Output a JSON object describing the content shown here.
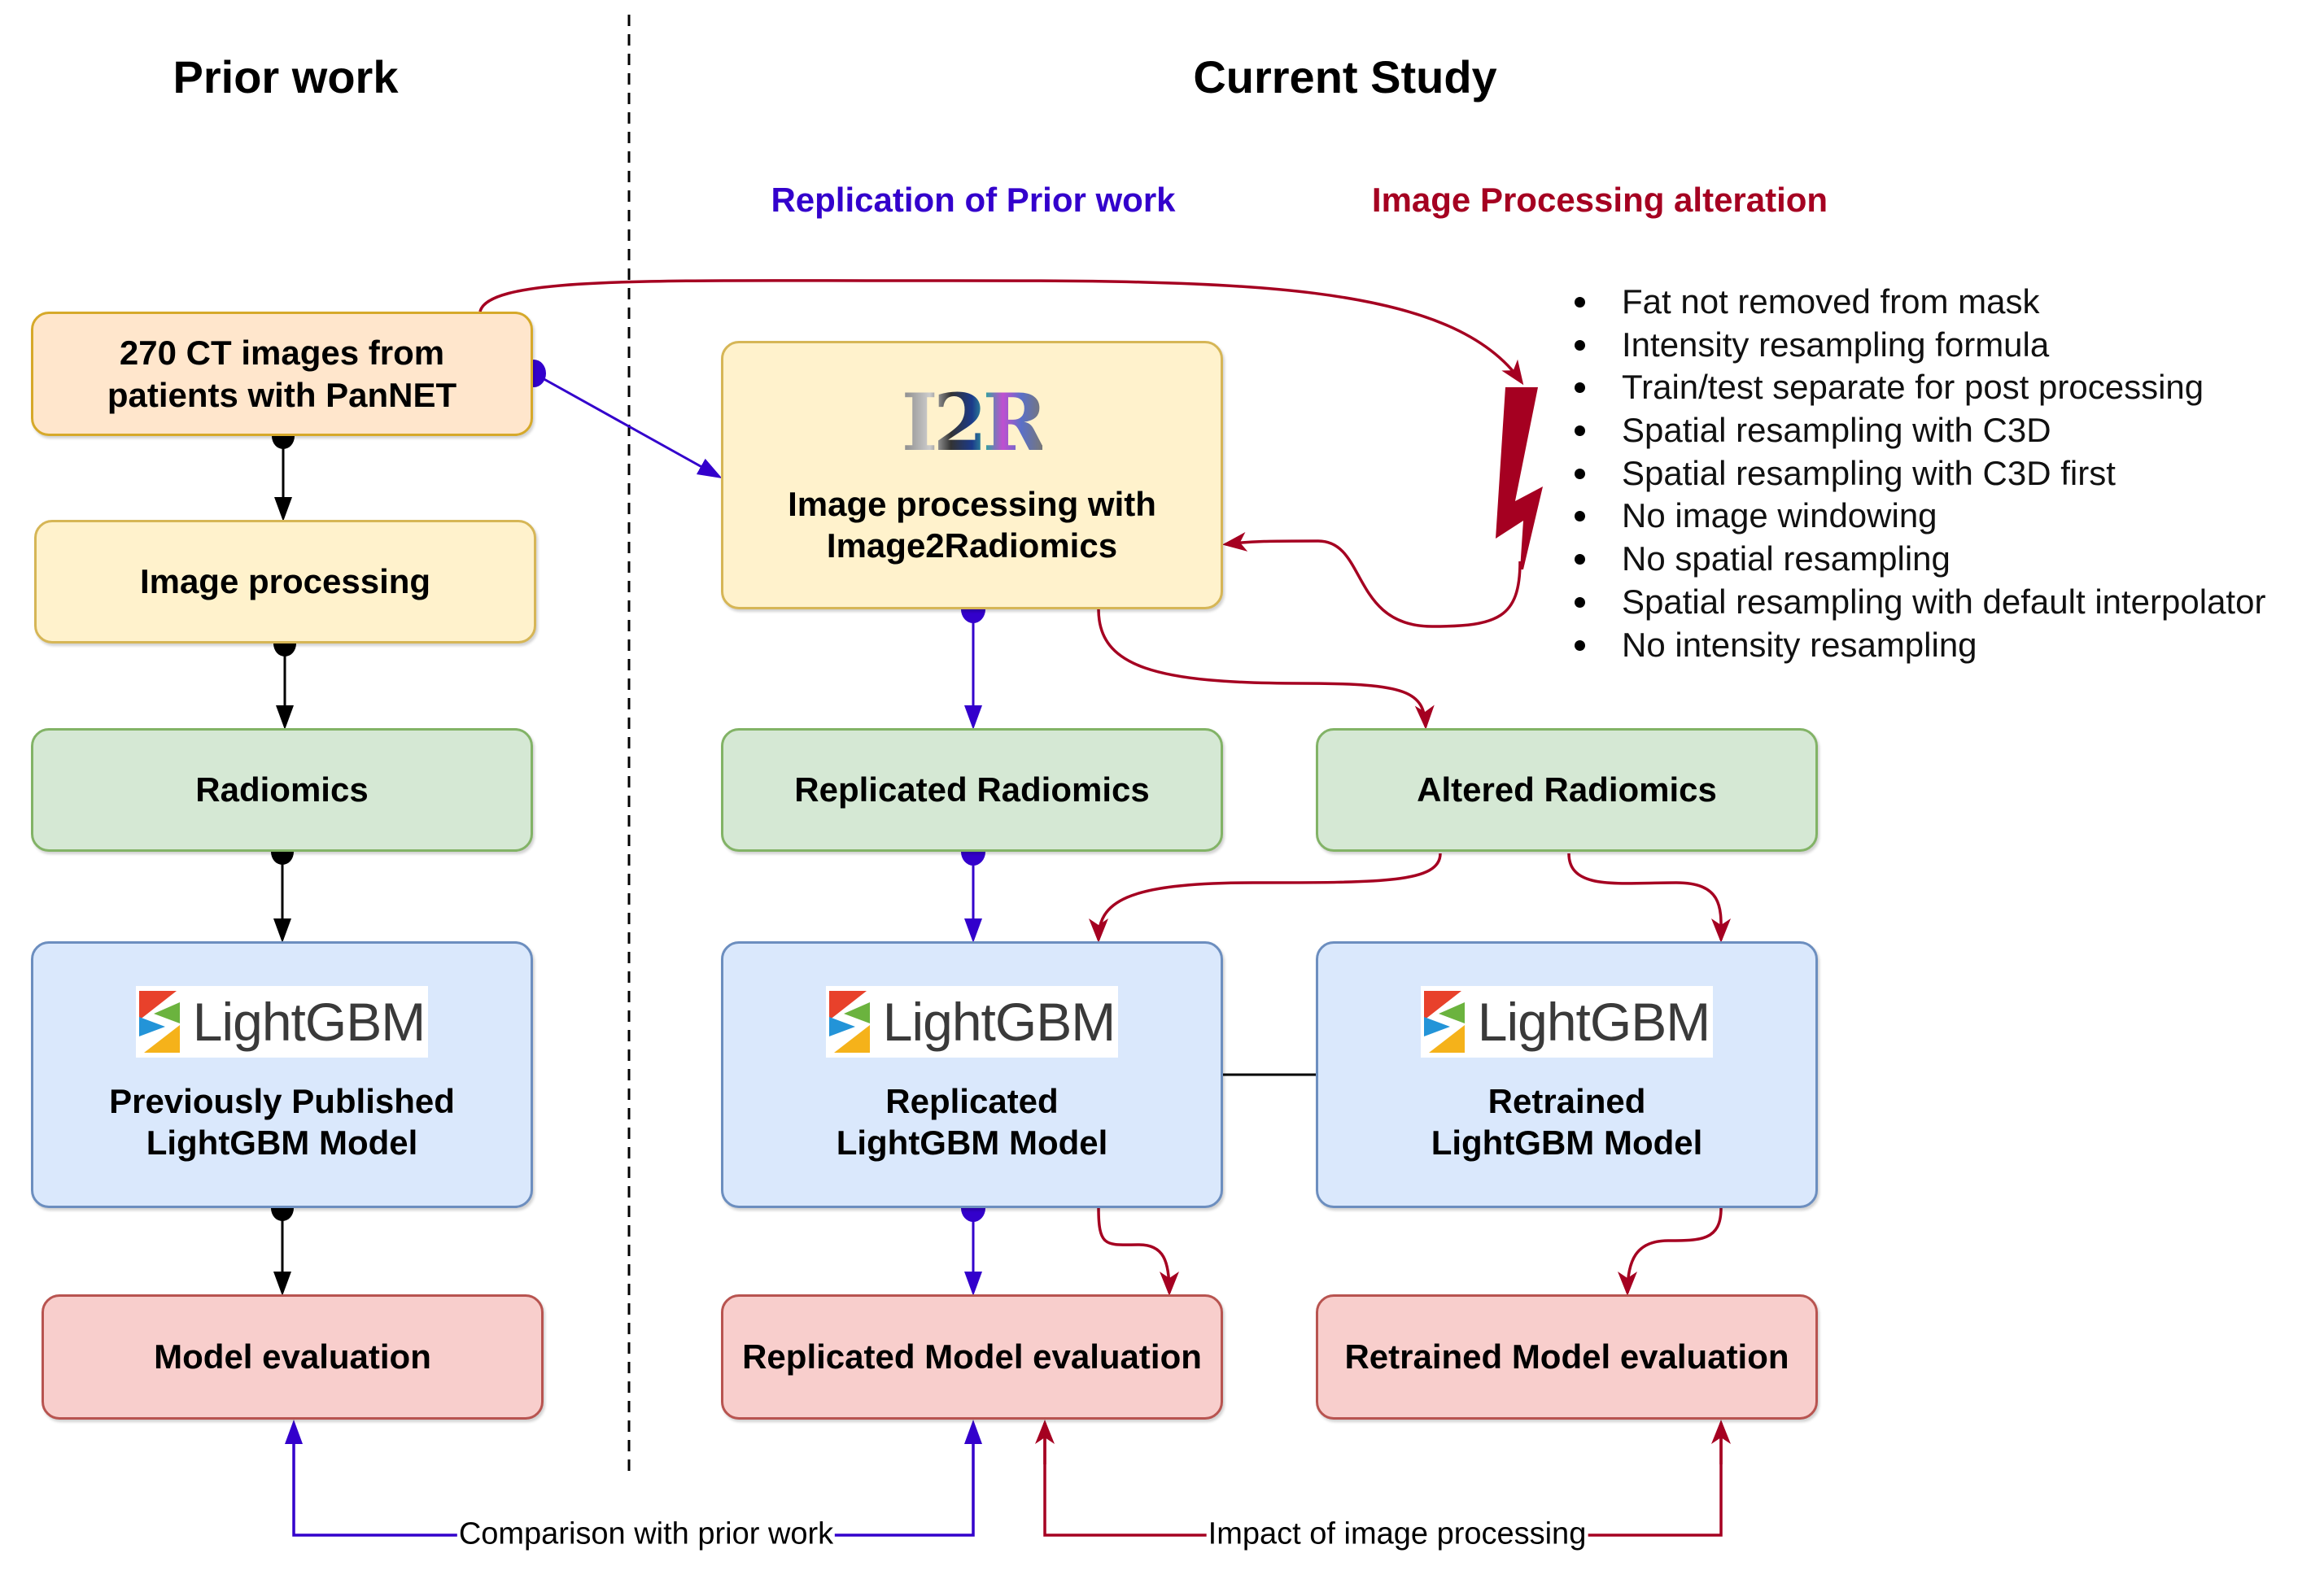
{
  "headings": {
    "prior_work": "Prior work",
    "current_study": "Current Study",
    "replication": "Replication of Prior work",
    "alteration": "Image Processing alteration"
  },
  "colors": {
    "replication_blue": "#3300cc",
    "alteration_red": "#a50021",
    "prior_black": "#000000"
  },
  "prior_work_boxes": {
    "ct_images": "270 CT images from patients with PanNET",
    "image_processing": "Image processing",
    "radiomics": "Radiomics",
    "lightgbm_logo": "LightGBM",
    "model": "Previously Published LightGBM Model",
    "evaluation": "Model evaluation"
  },
  "current_study_boxes": {
    "i2r_logo": "I2R",
    "image_processing": "Image processing with Image2Radiomics",
    "replicated_radiomics": "Replicated Radiomics",
    "altered_radiomics": "Altered Radiomics",
    "replicated_logo": "LightGBM",
    "replicated_model": "Replicated LightGBM Model",
    "retrained_logo": "LightGBM",
    "retrained_model": "Retrained LightGBM Model",
    "replicated_evaluation": "Replicated Model evaluation",
    "retrained_evaluation": "Retrained Model evaluation"
  },
  "alterations": [
    "Fat not removed from mask",
    "Intensity resampling formula",
    "Train/test separate for post processing",
    "Spatial resampling with C3D",
    "Spatial resampling with C3D first",
    "No image windowing",
    "No spatial resampling",
    "Spatial resampling with default interpolator",
    "No intensity resampling"
  ],
  "edge_labels": {
    "comparison": "Comparison with prior work",
    "impact": "Impact of image processing"
  },
  "icons": {
    "alteration_marker": "lightning-bolt-icon"
  }
}
